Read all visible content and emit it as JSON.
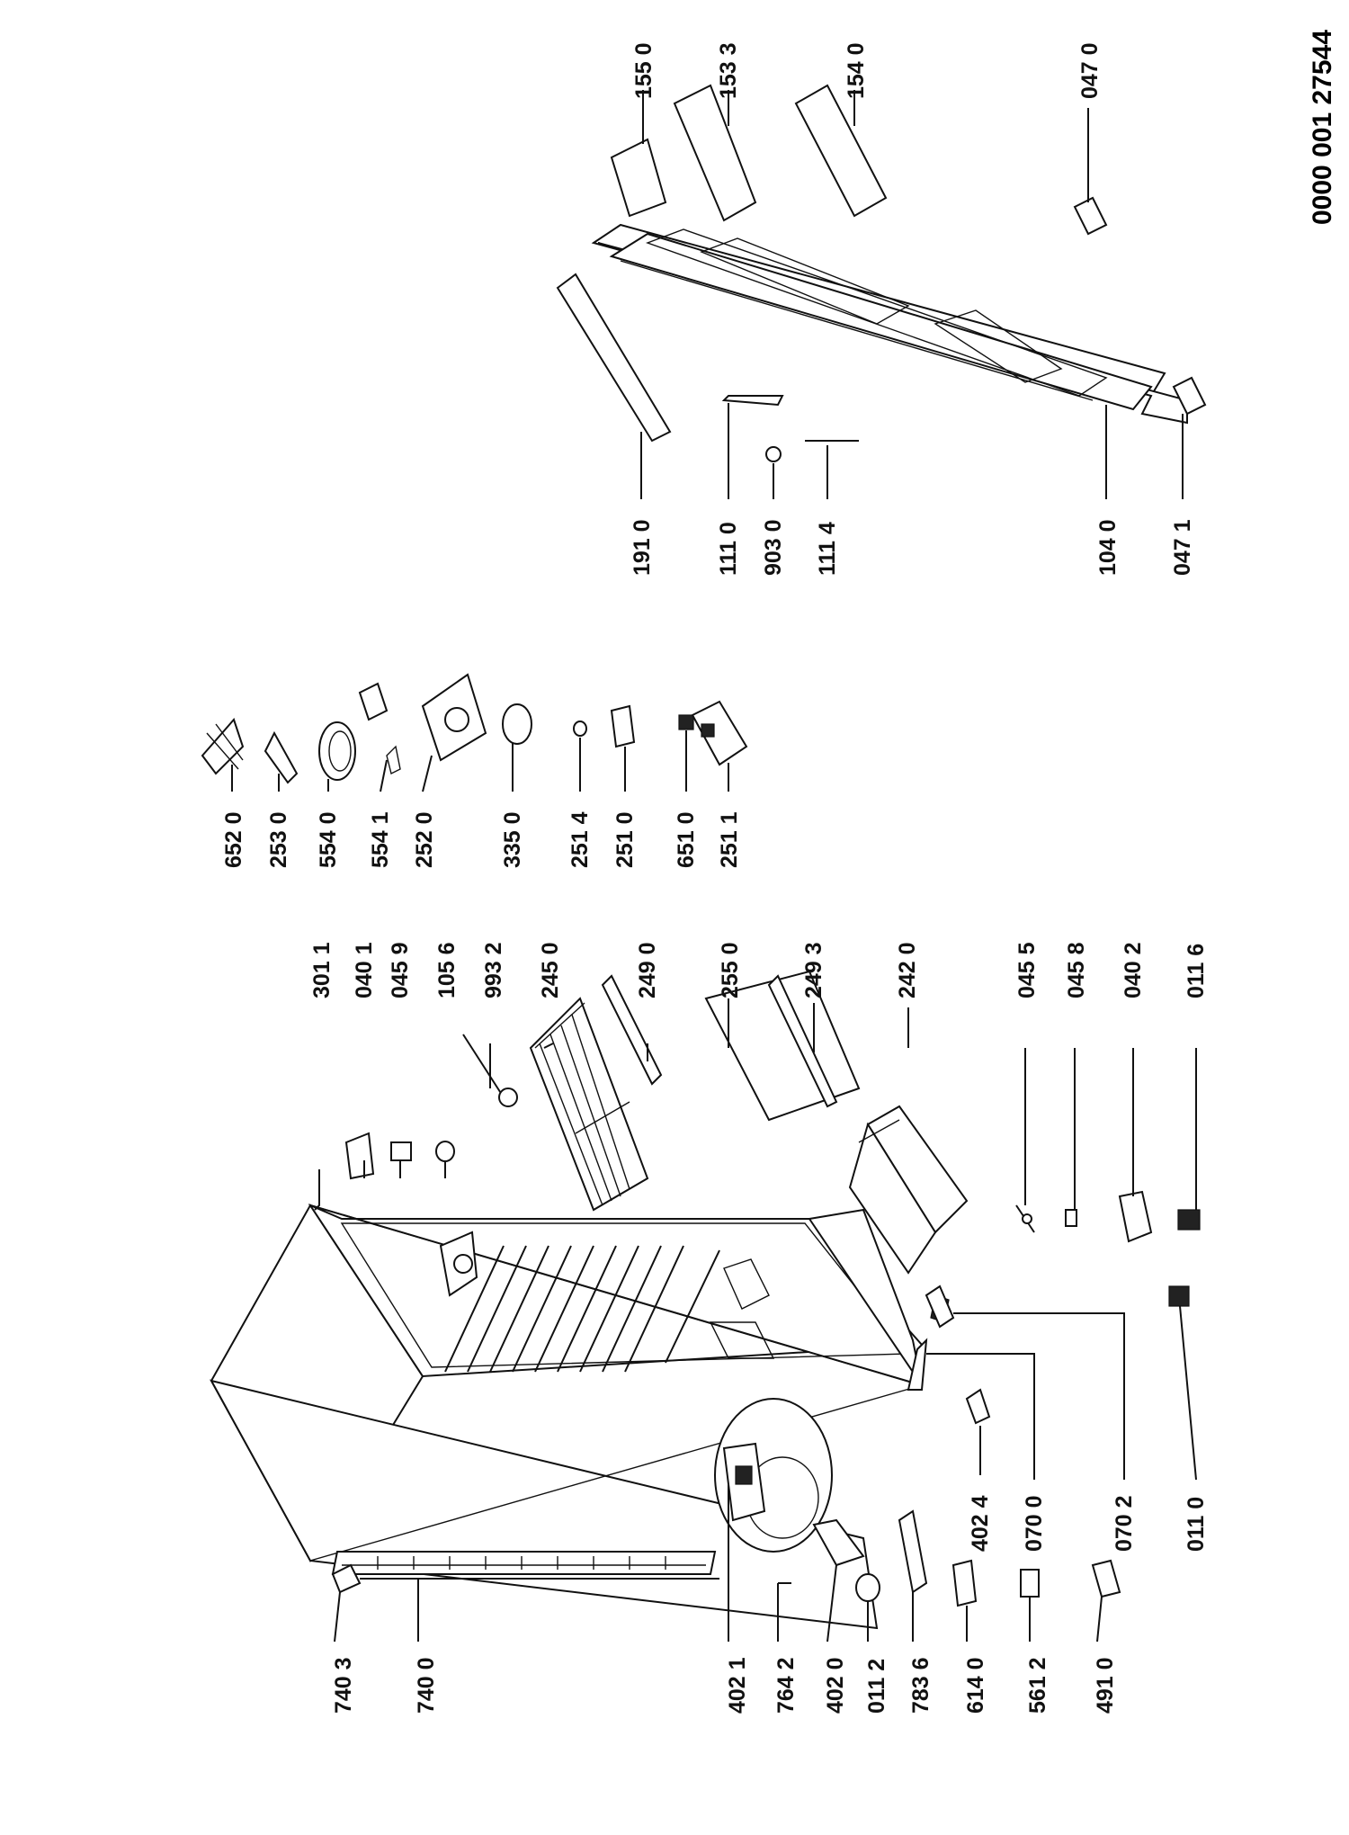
{
  "document_number": "0000 001 27544",
  "colors": {
    "line": "#111111",
    "background": "#ffffff"
  },
  "labels": {
    "p7403": "740 3",
    "p7400": "740 0",
    "p4021": "402 1",
    "p7642": "764 2",
    "p4020": "402 0",
    "p0112": "011 2",
    "p7836": "783 6",
    "p6140": "614 0",
    "p5612": "561 2",
    "p4910": "491 0",
    "p4024": "402 4",
    "p0700": "070 0",
    "p0702": "070 2",
    "p0110": "011 0",
    "p3011": "301  1",
    "p0401": "040 1",
    "p0459": "045 9",
    "p1056": "105 6",
    "p9932": "993 2",
    "p2450": "245 0",
    "p2490": "249 0",
    "p2550": "255 0",
    "p2493": "249 3",
    "p2420": "242 0",
    "p0455": "045 5",
    "p0458": "045 8",
    "p0402": "040 2",
    "p0116": "011 6",
    "p6520": "652 0",
    "p2530": "253 0",
    "p5540": "554 0",
    "p5541": "554 1",
    "p2520": "252 0",
    "p3350": "335 0",
    "p2514": "251 4",
    "p2510": "251 0",
    "p6510": "651 0",
    "p2511": "251 1",
    "p1910": "191 0",
    "p1110": "111 0",
    "p9030": "903 0",
    "p1114": "111 4",
    "p1040": "104 0",
    "p0471": "047 1",
    "p1550": "155 0",
    "p1533": "153 3",
    "p1540": "154 0",
    "p0470": "047 0"
  }
}
